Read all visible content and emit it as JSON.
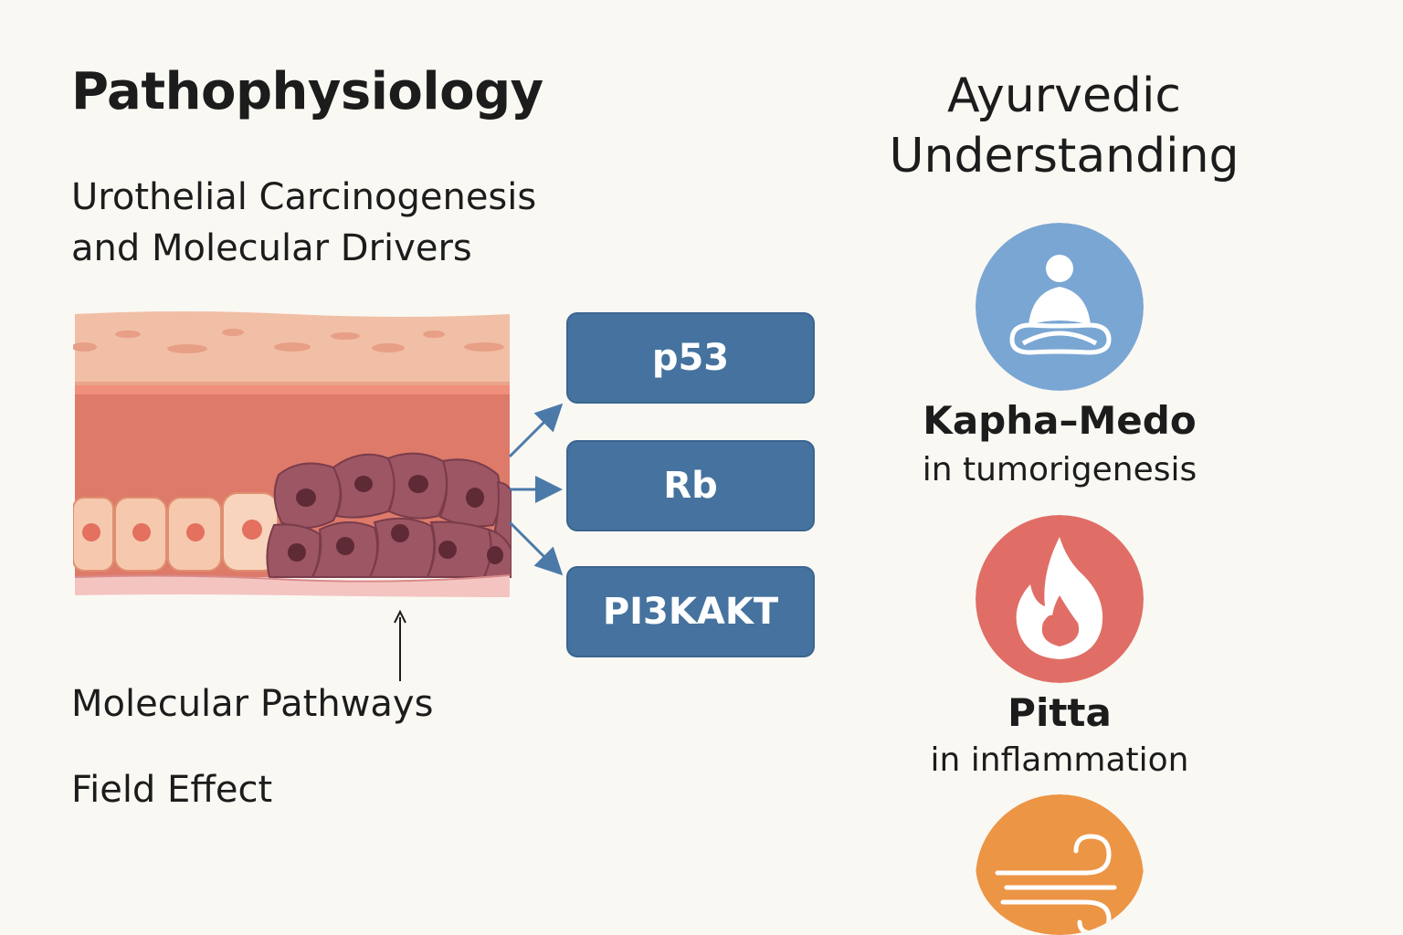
{
  "left_section": {
    "title": "Pathophysiology",
    "subtitle_line1": "Urothelial Carcinogenesis",
    "subtitle_line2": "and Molecular Drivers",
    "pathways": [
      "p53",
      "Rb",
      "PI3KAKT"
    ],
    "label_molecular_pathways": "Molecular Pathways",
    "label_field_effect": "Field Effect"
  },
  "right_section": {
    "title_line1": "Ayurvedic",
    "title_line2": "Understanding",
    "doshas": [
      {
        "title": "Kapha–Medo",
        "subtitle": "in tumorigenesis",
        "icon": "meditation-icon",
        "color": "#7aa6d3"
      },
      {
        "title": "Pitta",
        "subtitle": "in inflammation",
        "icon": "flame-icon",
        "color": "#e06e66"
      },
      {
        "icon": "wind-icon",
        "color": "#ec9545"
      }
    ]
  },
  "colors": {
    "background": "#faf8f3",
    "pathway_box": "#45729e",
    "tissue_top": "#f1bfa5",
    "tissue_mid": "#dd7a6a",
    "tumor_cells": "#9d5664",
    "arrow": "#4b7aa9"
  }
}
